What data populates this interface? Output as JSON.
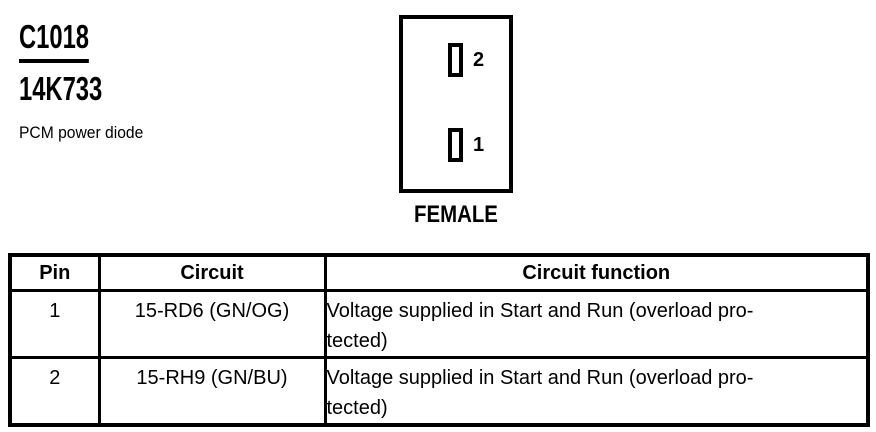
{
  "colors": {
    "ink": "#000000",
    "paper": "#ffffff"
  },
  "header": {
    "connector_id": "C1018",
    "part_number": "14K733",
    "description": "PCM power diode"
  },
  "connector": {
    "gender_label": "FEMALE",
    "cavities": [
      {
        "number": "2"
      },
      {
        "number": "1"
      }
    ]
  },
  "pinout_table": {
    "columns": [
      "Pin",
      "Circuit",
      "Circuit function"
    ],
    "rows": [
      {
        "pin": "1",
        "circuit": "15-RD6 (GN/OG)",
        "function": "Voltage supplied in Start and Run (overload pro-\ntected)"
      },
      {
        "pin": "2",
        "circuit": "15-RH9 (GN/BU)",
        "function": "Voltage supplied in Start and Run (overload pro-\ntected)"
      }
    ]
  }
}
